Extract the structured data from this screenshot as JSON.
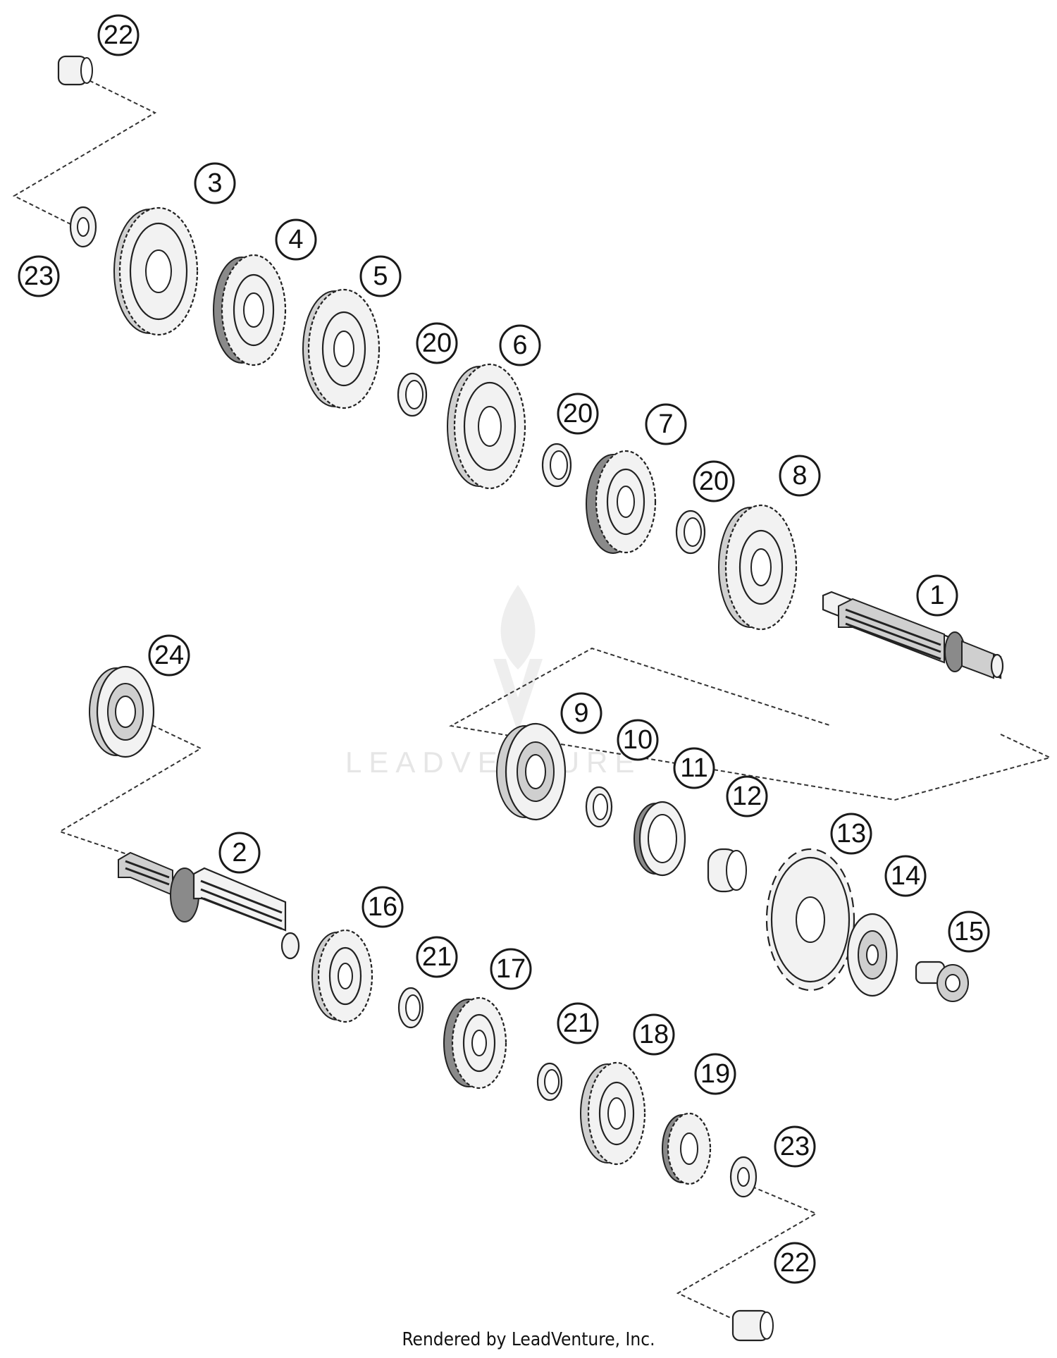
{
  "watermark": "LEADVENTURE",
  "footer": "Rendered by LeadVenture, Inc.",
  "callouts": [
    "22",
    "3",
    "4",
    "5",
    "20",
    "6",
    "20",
    "7",
    "20",
    "8",
    "1",
    "23",
    "24",
    "9",
    "10",
    "11",
    "12",
    "13",
    "14",
    "15",
    "2",
    "16",
    "21",
    "17",
    "21",
    "18",
    "19",
    "23",
    "22"
  ]
}
